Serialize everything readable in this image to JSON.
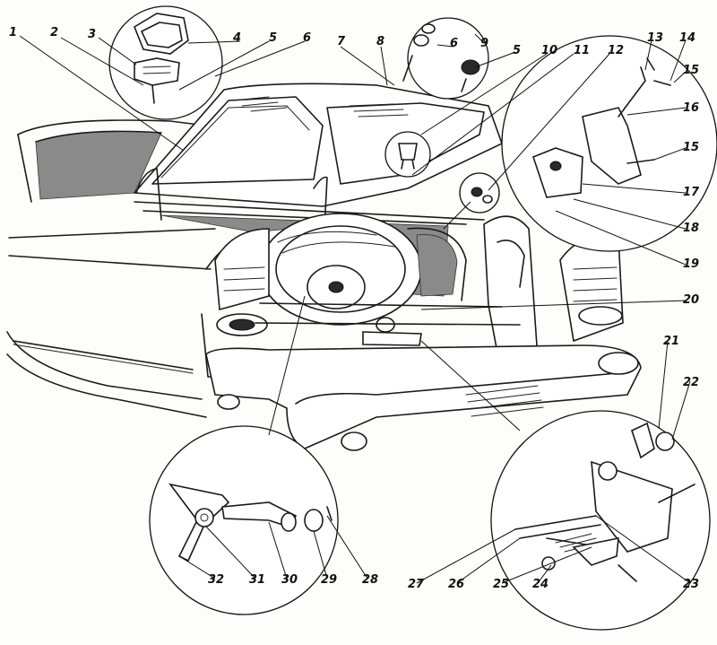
{
  "callouts": [
    {
      "id": "c1",
      "label": "1"
    },
    {
      "id": "c2",
      "label": "2"
    },
    {
      "id": "c3",
      "label": "3"
    },
    {
      "id": "c4",
      "label": "4"
    },
    {
      "id": "c5a",
      "label": "5"
    },
    {
      "id": "c6a",
      "label": "6"
    },
    {
      "id": "c7",
      "label": "7"
    },
    {
      "id": "c8",
      "label": "8"
    },
    {
      "id": "c6b",
      "label": "6"
    },
    {
      "id": "c9",
      "label": "9"
    },
    {
      "id": "c5b",
      "label": "5"
    },
    {
      "id": "c10",
      "label": "10"
    },
    {
      "id": "c11",
      "label": "11"
    },
    {
      "id": "c12",
      "label": "12"
    },
    {
      "id": "c13",
      "label": "13"
    },
    {
      "id": "c14",
      "label": "14"
    },
    {
      "id": "c15a",
      "label": "15"
    },
    {
      "id": "c16",
      "label": "16"
    },
    {
      "id": "c15b",
      "label": "15"
    },
    {
      "id": "c17",
      "label": "17"
    },
    {
      "id": "c18",
      "label": "18"
    },
    {
      "id": "c19",
      "label": "19"
    },
    {
      "id": "c20",
      "label": "20"
    },
    {
      "id": "c21",
      "label": "21"
    },
    {
      "id": "c22",
      "label": "22"
    },
    {
      "id": "c23",
      "label": "23"
    },
    {
      "id": "c24",
      "label": "24"
    },
    {
      "id": "c25",
      "label": "25"
    },
    {
      "id": "c26",
      "label": "26"
    },
    {
      "id": "c27",
      "label": "27"
    },
    {
      "id": "c28",
      "label": "28"
    },
    {
      "id": "c29",
      "label": "29"
    },
    {
      "id": "c30",
      "label": "30"
    },
    {
      "id": "c31",
      "label": "31"
    },
    {
      "id": "c32",
      "label": "32"
    }
  ]
}
